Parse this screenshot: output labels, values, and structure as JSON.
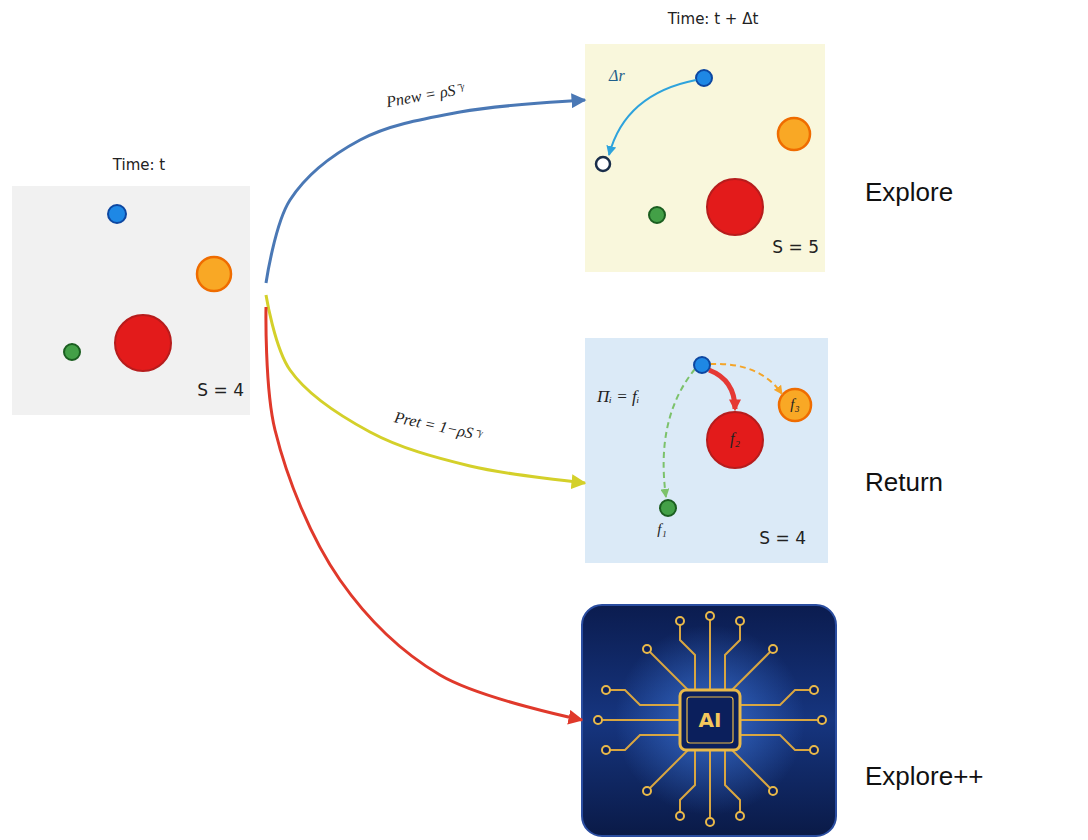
{
  "diagram": {
    "nodes": [
      {
        "text": [
          "Time: t",
          "S = 4"
        ]
      },
      {
        "text": [
          "Time: t + Δt",
          "Δr",
          "S = 5"
        ]
      },
      {
        "text": [
          "Πᵢ = fᵢ",
          "f₃",
          "f₂",
          "f₁",
          "S = 4"
        ]
      },
      {
        "text": [
          "AI"
        ]
      }
    ],
    "edges": [
      {
        "from": 0,
        "to": 1,
        "arrow": "to",
        "label": "Pnew = ρS⁻ᵞ"
      },
      {
        "from": 0,
        "to": 2,
        "arrow": "to",
        "label": "Pret = 1−ρS⁻ᵞ"
      },
      {
        "from": 0,
        "to": 3,
        "arrow": "to"
      }
    ],
    "labels": [
      "Explore",
      "Return",
      "Explore++"
    ]
  }
}
